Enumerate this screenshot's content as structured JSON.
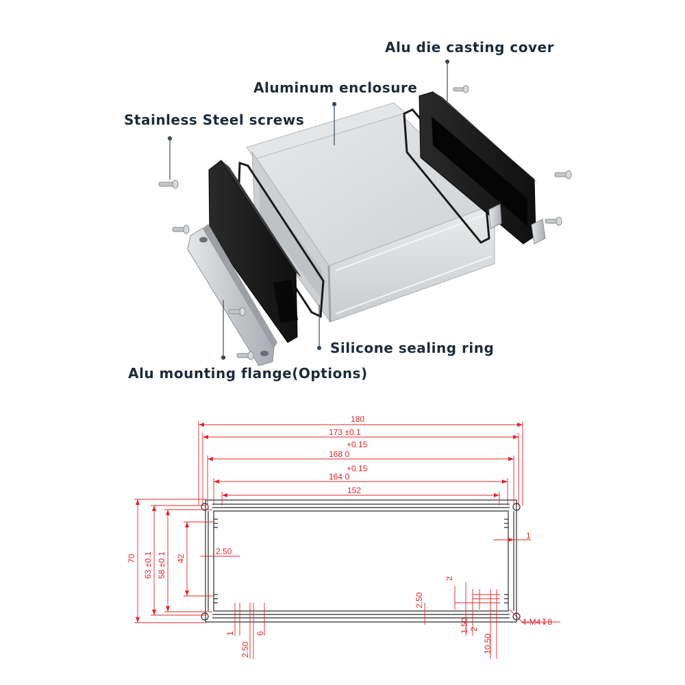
{
  "callouts": {
    "alu_cover": "Alu die casting cover",
    "aluminum_enclosure": "Aluminum enclosure",
    "stainless_screws": "Stainless Steel screws",
    "silicone_ring": "Silicone sealing ring",
    "mounting_flange": "Alu mounting flange(Options)"
  },
  "dimensions": {
    "width_180": "180",
    "width_173": "173 ±0.1",
    "tol_168": "+0.15",
    "width_168": "168  0",
    "tol_164": "+0.15",
    "width_164": "164  0",
    "width_152": "152",
    "height_70": "70",
    "height_63": "63 ±0.1",
    "height_58": "58 ±0.1",
    "height_42": "42",
    "slot_2_50_left": "2.50",
    "wall_1_right": "1",
    "bottom_1": "1",
    "bottom_2_50": "2.50",
    "bottom_6": "6",
    "mid_2_50": "2.50",
    "right_2_top": "2",
    "right_1_50": "1.50",
    "right_2_lower": "2",
    "right_10_50": "10.50",
    "hole_callout": "4-M4↧8"
  },
  "colors": {
    "dimension_red": "#e0242a",
    "label_navy": "#1c2b39",
    "leader_navy": "#3a4a5a",
    "cover_black": "#1b1b1b",
    "aluminum": "#d7d9db"
  }
}
